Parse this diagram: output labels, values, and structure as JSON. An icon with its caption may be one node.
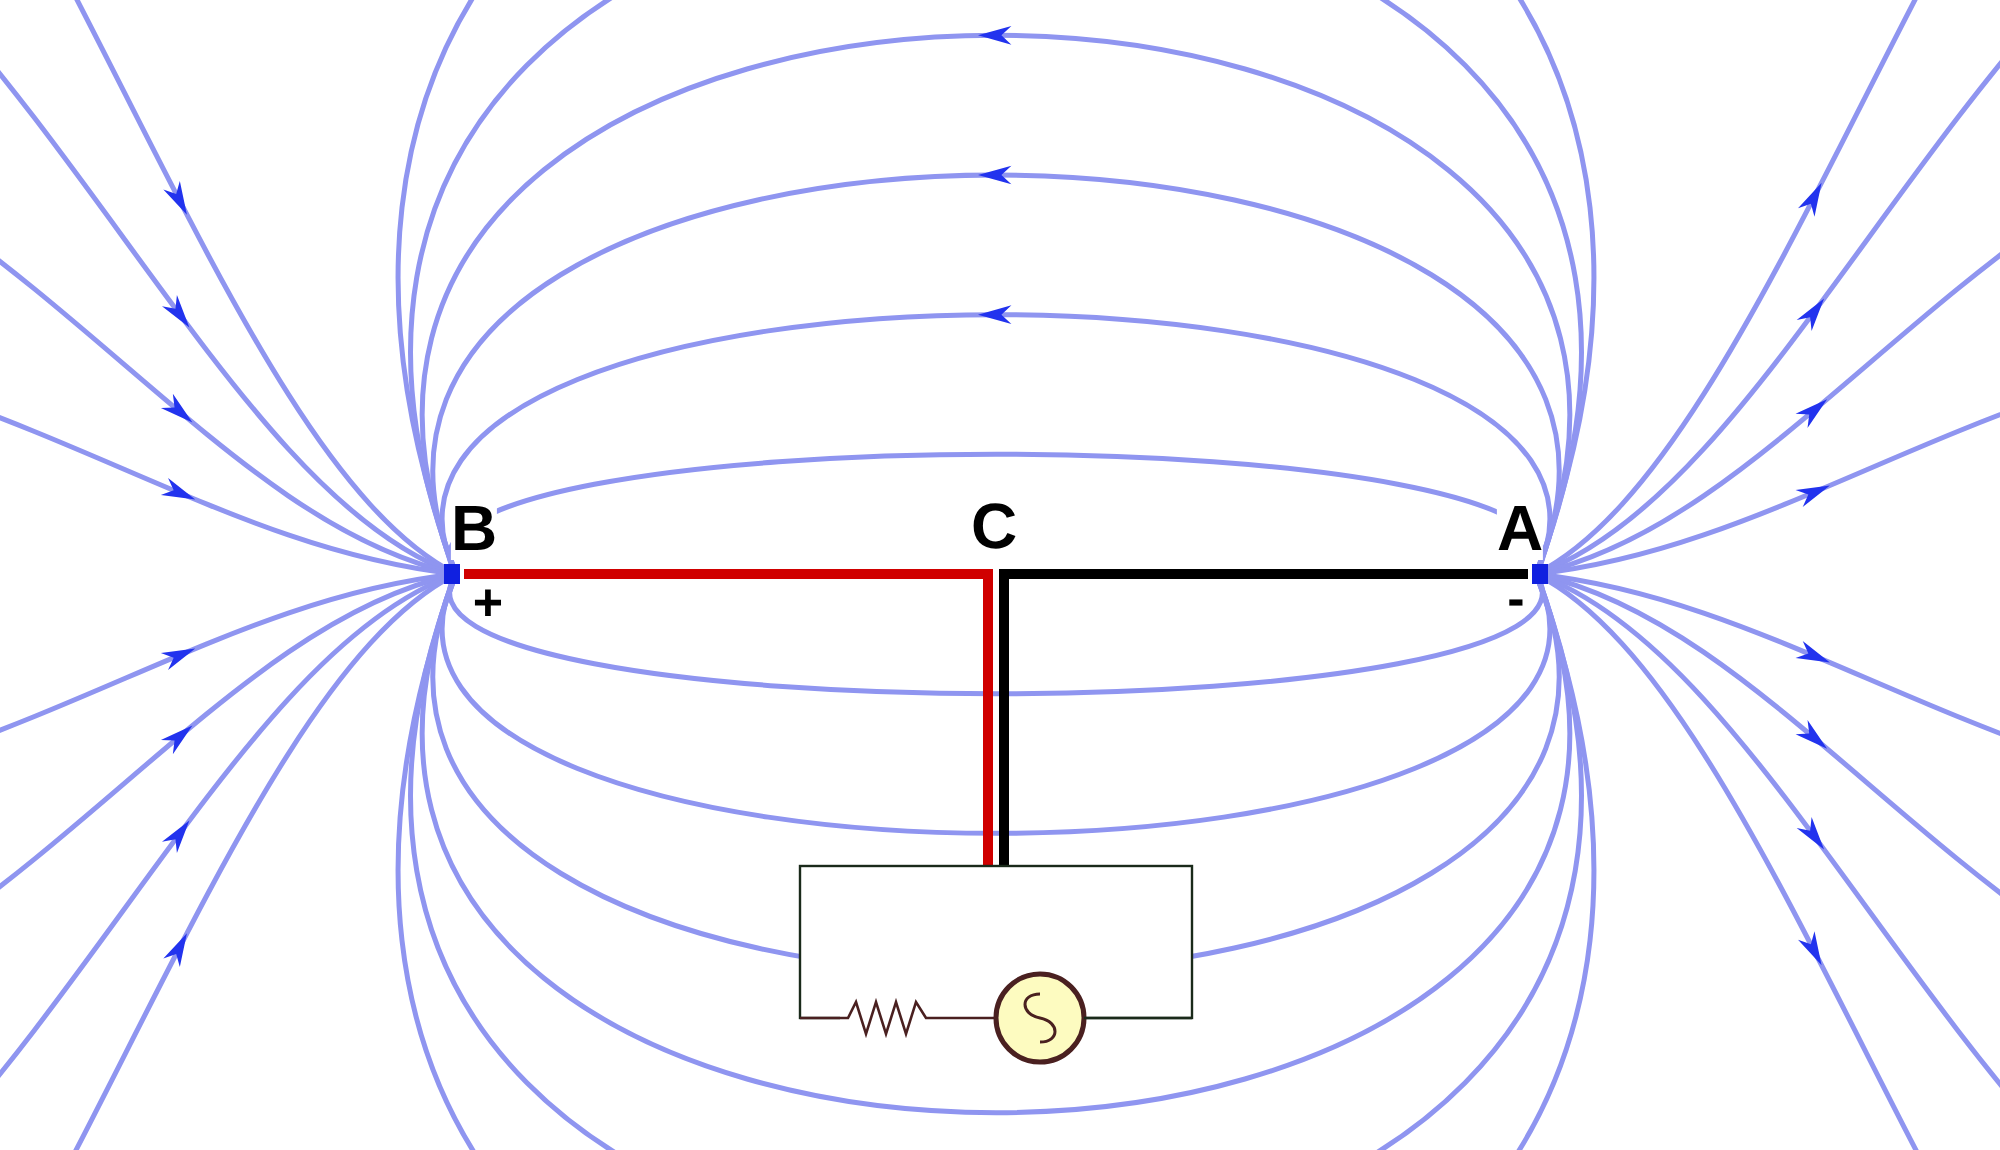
{
  "diagram": {
    "labels": [
      "B",
      "C",
      "A",
      "+",
      "-"
    ]
  }
}
